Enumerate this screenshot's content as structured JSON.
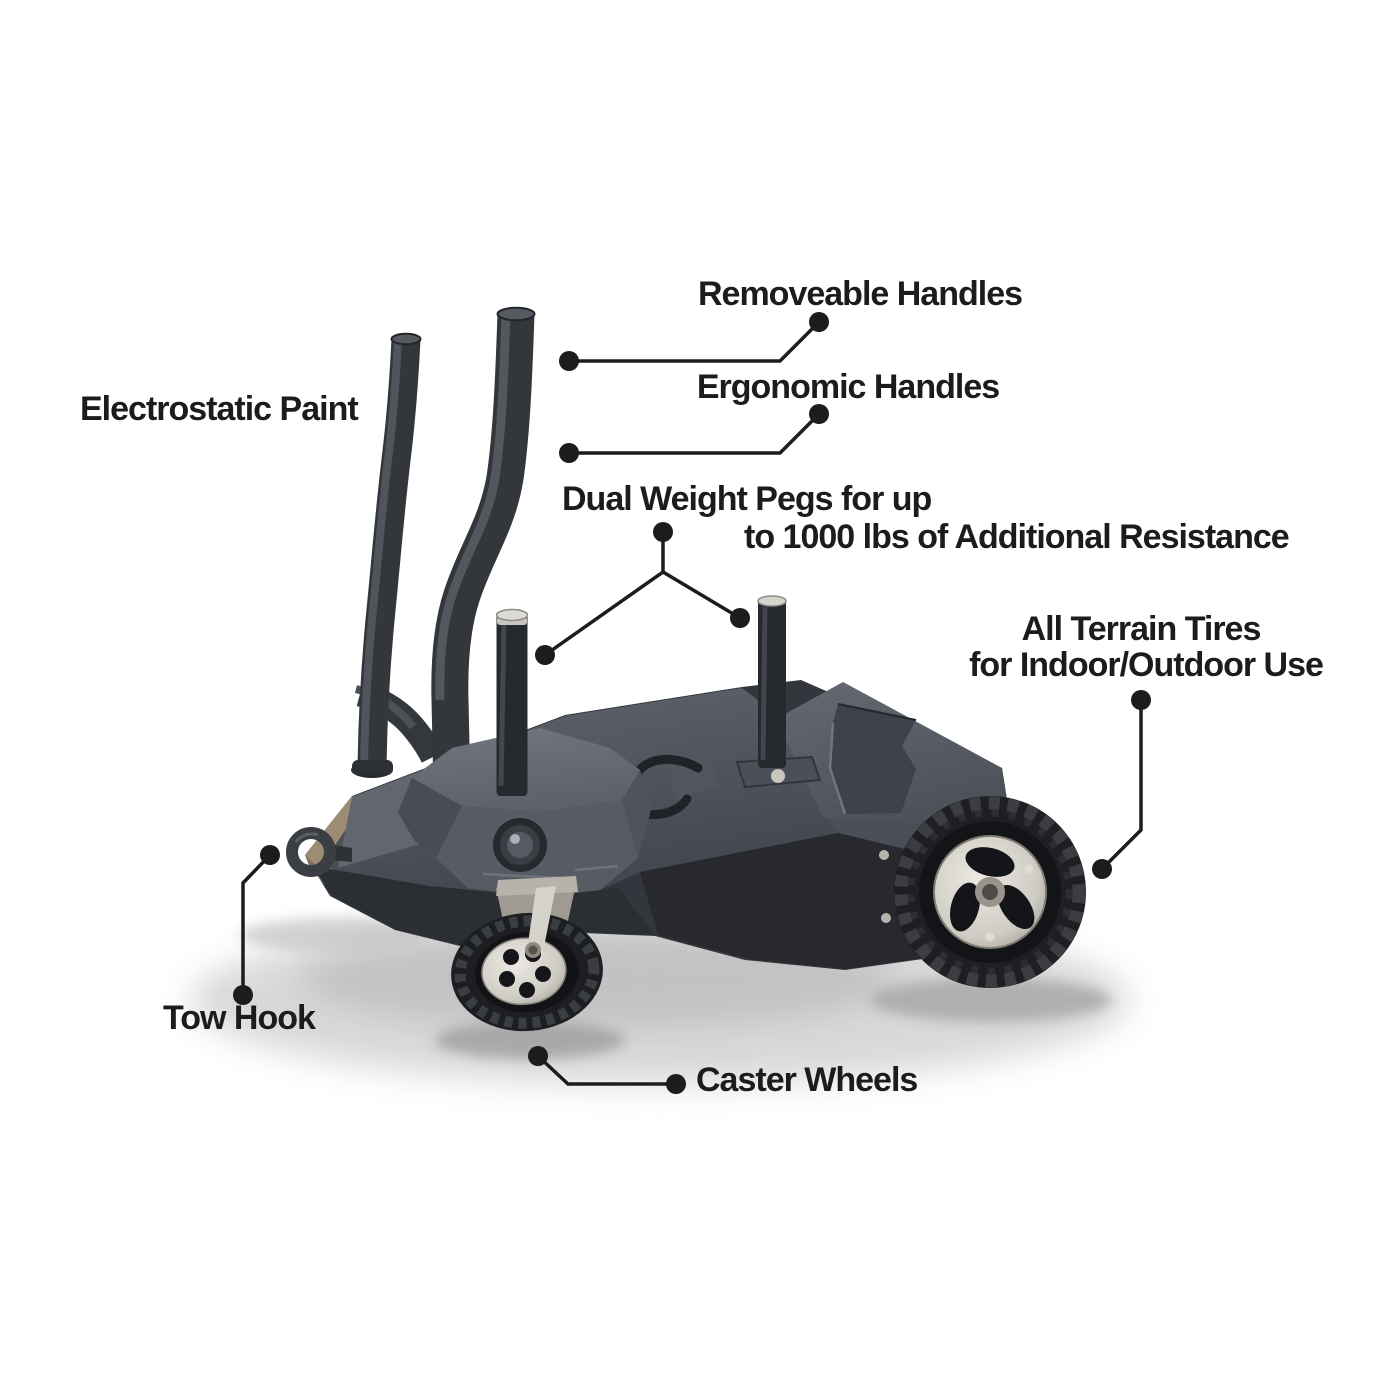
{
  "title": "Weight training sled feature diagram",
  "background_color": "#ffffff",
  "text_color": "#1c1c1e",
  "leader_line_color": "#1c1c1e",
  "labels": {
    "removeable_handles": "Removeable Handles",
    "ergonomic_handles": "Ergonomic Handles",
    "electrostatic_paint": "Electrostatic Paint",
    "dual_weight_pegs_line1": "Dual Weight Pegs for up",
    "dual_weight_pegs_line2": "to 1000 lbs of Additional Resistance",
    "all_terrain_tires_line1": "All Terrain Tires",
    "all_terrain_tires_line2": "for Indoor/Outdoor Use",
    "tow_hook": "Tow Hook",
    "caster_wheels": "Caster Wheels"
  },
  "illustration": {
    "description": "Dark charcoal powder-coated weight sled shown in three-quarter view with two curved push handles, two weight pegs, tow hook ring, front caster wheel and rear all-terrain wheel",
    "colors": {
      "frame_dark": "#32353b",
      "deck_top": "#565b64",
      "hood_light": "#6b7079",
      "skirt_dark": "#27292e",
      "nose_tan": "#9c8c73",
      "tire_black": "#1d1f22",
      "rim_silver": "#d6d3cb",
      "ground_shadow": "#bfbfbf"
    }
  }
}
